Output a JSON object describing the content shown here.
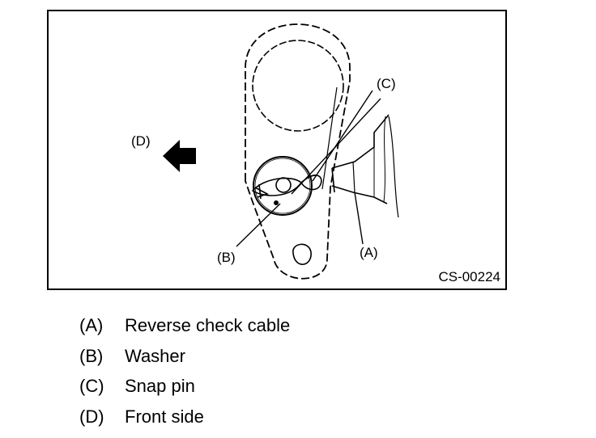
{
  "figure": {
    "code": "CS-00224",
    "callouts": {
      "a": "(A)",
      "b": "(B)",
      "c": "(C)",
      "d": "(D)"
    }
  },
  "legend": [
    {
      "key": "(A)",
      "text": "Reverse check cable"
    },
    {
      "key": "(B)",
      "text": "Washer"
    },
    {
      "key": "(C)",
      "text": "Snap pin"
    },
    {
      "key": "(D)",
      "text": "Front side"
    }
  ],
  "colors": {
    "line": "#000000",
    "background": "#ffffff"
  },
  "icons": {
    "direction_arrow": "arrow-left-icon"
  }
}
